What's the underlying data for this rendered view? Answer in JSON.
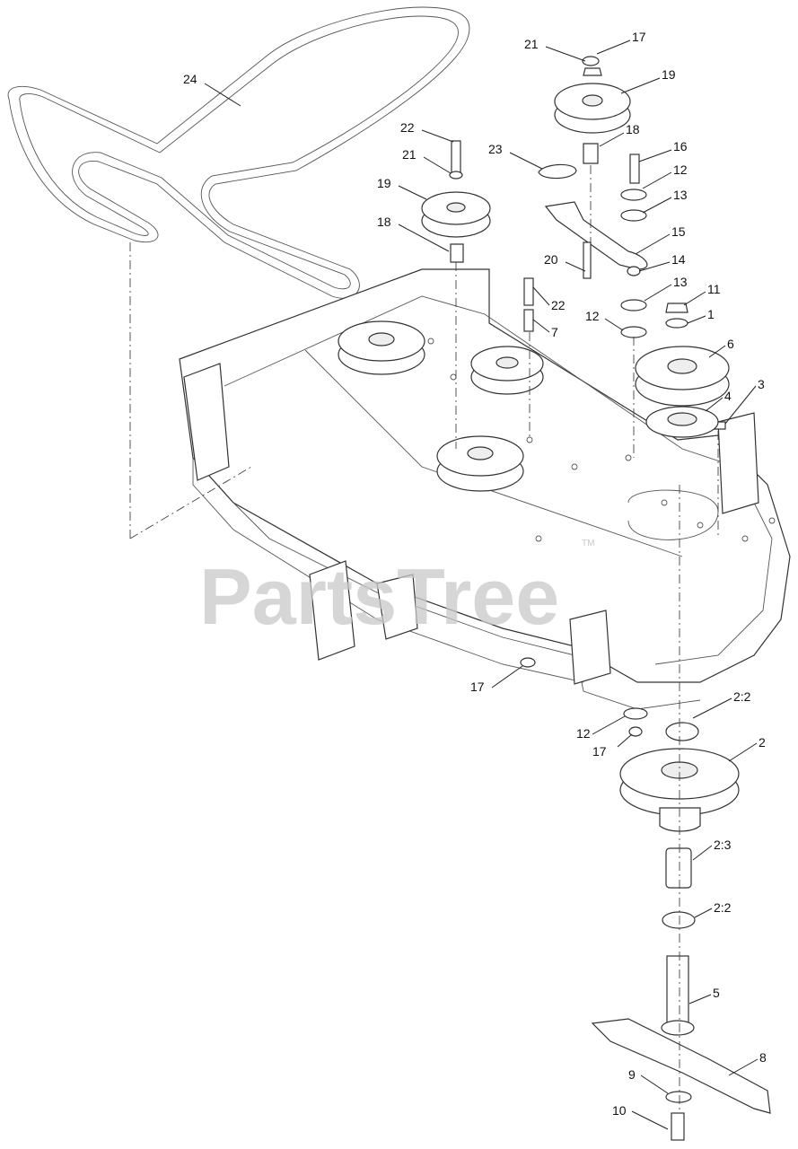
{
  "watermark": {
    "text": "PartsTree",
    "trademark": "TM"
  },
  "callouts": [
    {
      "label": "24"
    },
    {
      "label": "21"
    },
    {
      "label": "17"
    },
    {
      "label": "19"
    },
    {
      "label": "22"
    },
    {
      "label": "18"
    },
    {
      "label": "21"
    },
    {
      "label": "23"
    },
    {
      "label": "16"
    },
    {
      "label": "19"
    },
    {
      "label": "12"
    },
    {
      "label": "13"
    },
    {
      "label": "18"
    },
    {
      "label": "15"
    },
    {
      "label": "20"
    },
    {
      "label": "14"
    },
    {
      "label": "22"
    },
    {
      "label": "13"
    },
    {
      "label": "11"
    },
    {
      "label": "12"
    },
    {
      "label": "7"
    },
    {
      "label": "1"
    },
    {
      "label": "6"
    },
    {
      "label": "4"
    },
    {
      "label": "3"
    },
    {
      "label": "17"
    },
    {
      "label": "2:2"
    },
    {
      "label": "12"
    },
    {
      "label": "17"
    },
    {
      "label": "2"
    },
    {
      "label": "2:3"
    },
    {
      "label": "2:2"
    },
    {
      "label": "5"
    },
    {
      "label": "8"
    },
    {
      "label": "9"
    },
    {
      "label": "10"
    }
  ]
}
